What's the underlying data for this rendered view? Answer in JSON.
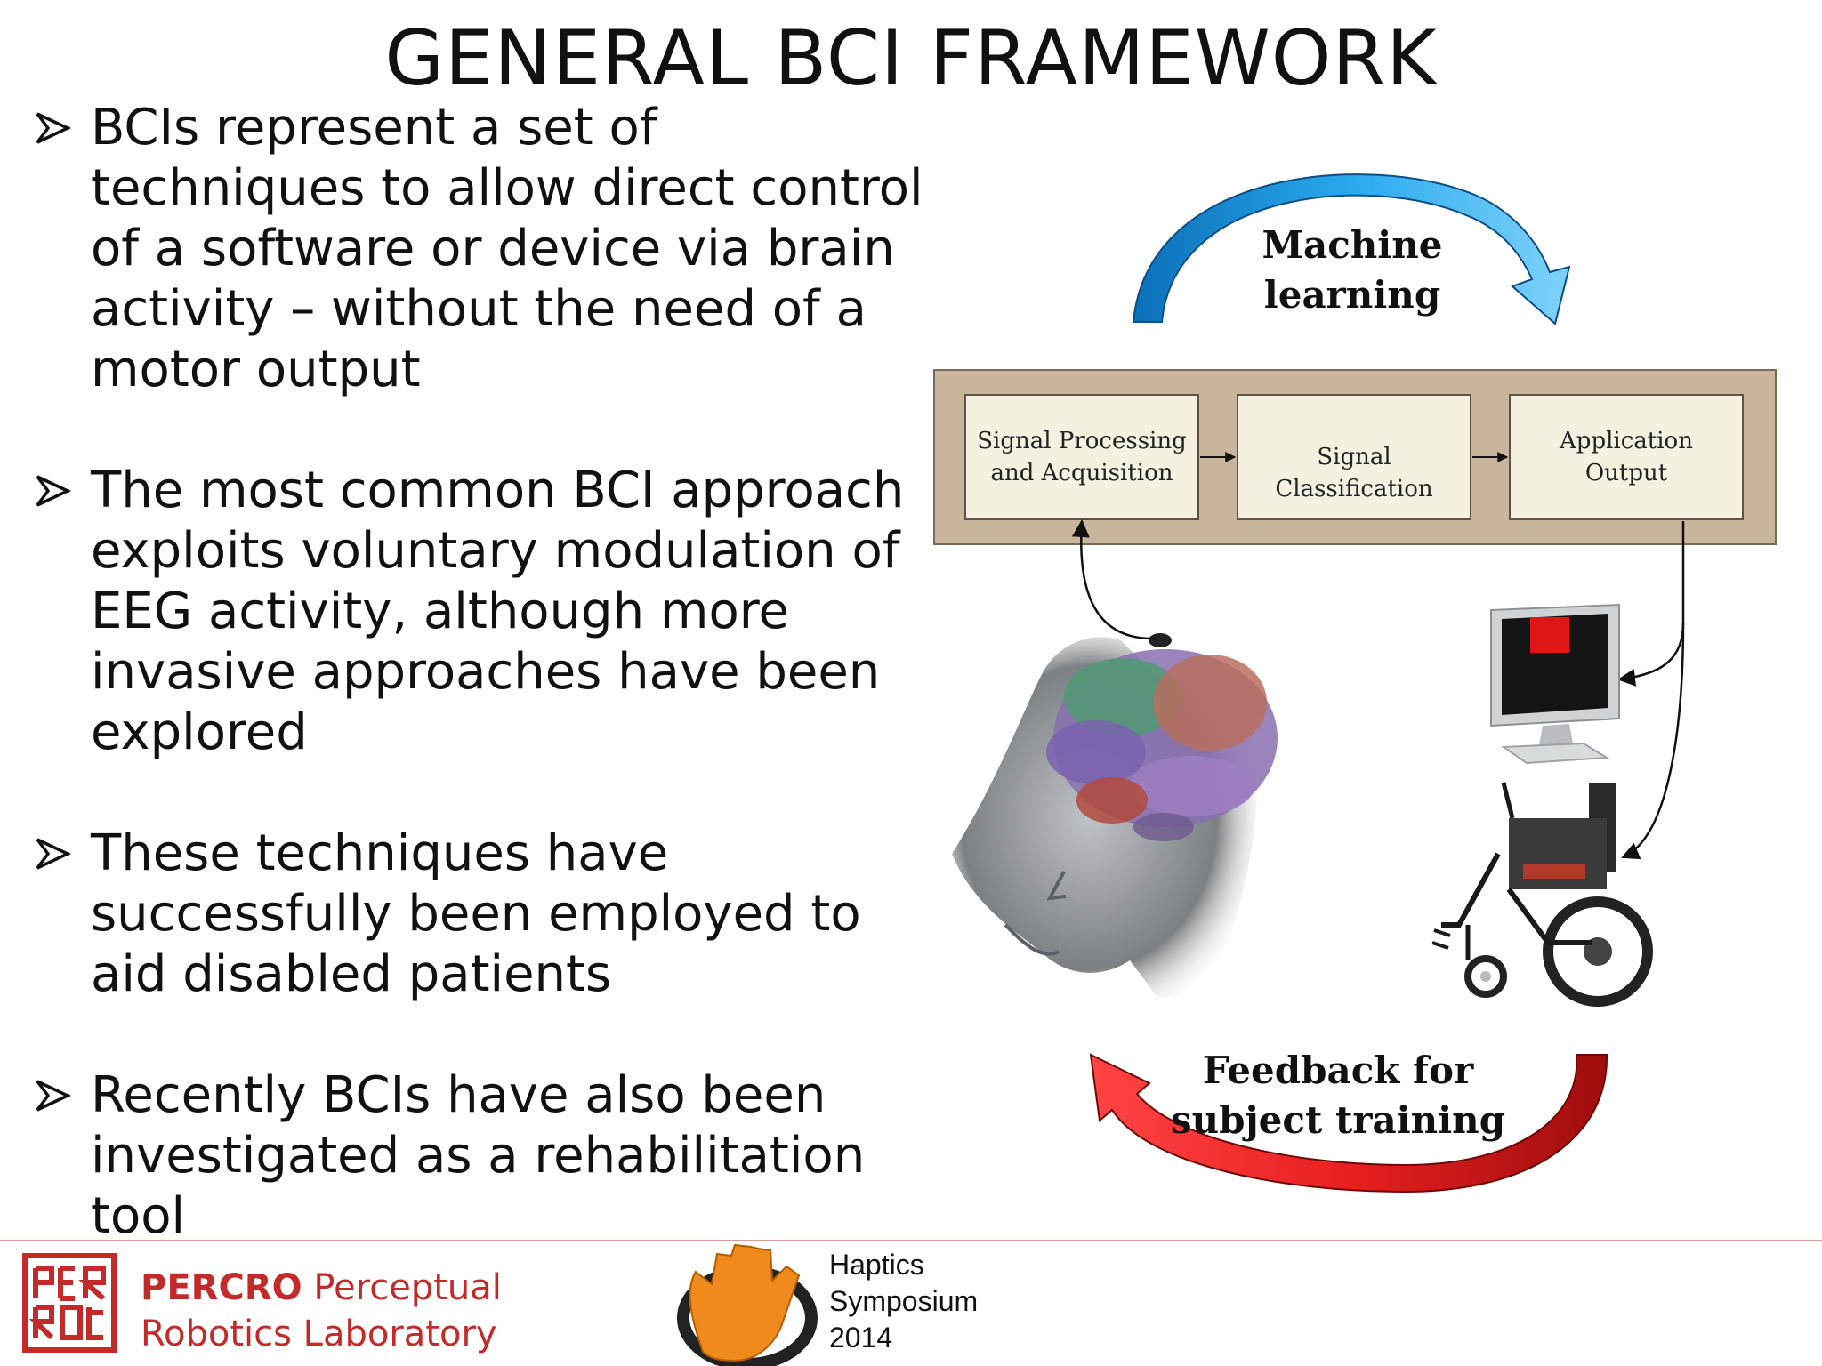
{
  "slide": {
    "title": "GENERAL BCI FRAMEWORK",
    "bullets": [
      {
        "text": "BCIs represent a set of techniques to allow direct control of a software or device via brain activity – without the need of a motor output"
      },
      {
        "text": "The most common BCI approach exploits voluntary modulation of EEG activity, although more invasive approaches have been explored"
      },
      {
        "text": "These techniques have successfully been employed to aid disabled patients"
      },
      {
        "text": "Recently BCIs have also been investigated as a rehabilitation tool"
      }
    ]
  },
  "diagram": {
    "top_arc_label_line1": "Machine",
    "top_arc_label_line2": "learning",
    "bottom_arc_label_line1": "Feedback for",
    "bottom_arc_label_line2": "subject training",
    "boxes": [
      {
        "line1": "Signal Processing",
        "line2": "and Acquisition"
      },
      {
        "line1": "Signal Classification",
        "line2": ""
      },
      {
        "line1": "Application",
        "line2": "Output"
      }
    ],
    "colors": {
      "pipeline_frame": "#c9b59c",
      "box_fill": "#f5f1e1",
      "top_arc": "#1a9ae0",
      "bottom_arc": "#e01818"
    },
    "icons": [
      "brain-head-icon",
      "monitor-icon",
      "wheelchair-icon"
    ]
  },
  "footer": {
    "lab_name_bold": "PERCRO",
    "lab_name_line1_rest": " Perceptual",
    "lab_name_line2": "Robotics Laboratory",
    "logo_letters": "PERCRO",
    "symposium_line1": "Haptics",
    "symposium_line2": "Symposium",
    "symposium_line3": "2014",
    "colors": {
      "lab_red": "#c32a2a",
      "hand_orange": "#f08a1c"
    }
  }
}
